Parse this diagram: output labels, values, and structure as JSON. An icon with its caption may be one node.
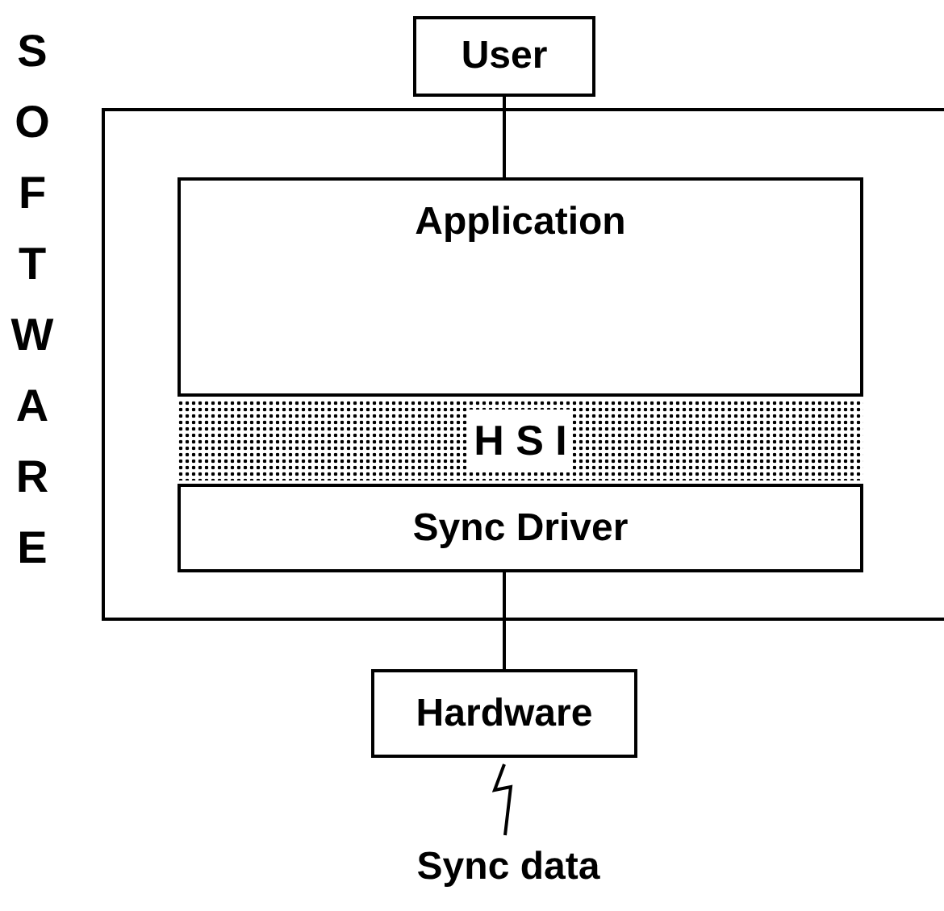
{
  "diagram": {
    "nodes": [
      {
        "text": [
          "User"
        ]
      },
      {
        "text": [
          "SOFTWARE"
        ]
      },
      {
        "text": [
          "Application"
        ],
        "in": 1
      },
      {
        "text": [
          "H S I"
        ],
        "in": 1
      },
      {
        "text": [
          "Sync Driver"
        ],
        "in": 1
      },
      {
        "text": [
          "Hardware"
        ]
      },
      {
        "text": [
          "Sync data"
        ]
      }
    ],
    "edges": [
      {
        "from": 0,
        "to": 2,
        "arrow": "none"
      },
      {
        "from": 4,
        "to": 5,
        "arrow": "none"
      },
      {
        "from": 5,
        "to": 6,
        "arrow": "none"
      }
    ]
  }
}
